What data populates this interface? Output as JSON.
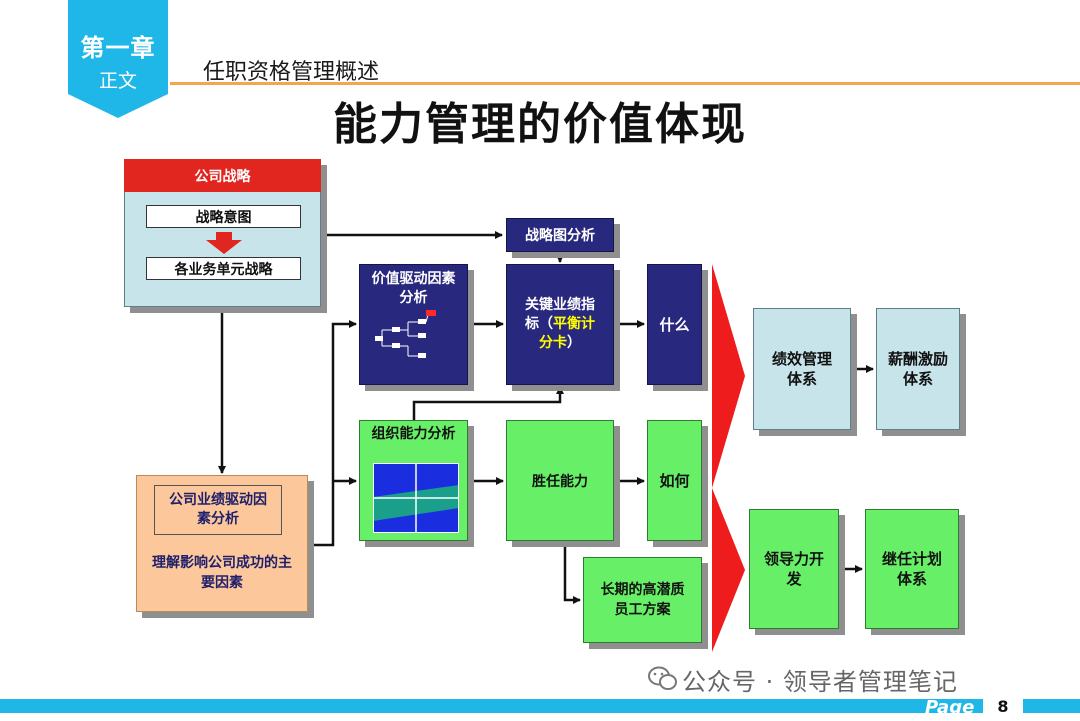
{
  "header": {
    "chapter": "第一章",
    "chapter_sub": "正文",
    "section": "任职资格管理概述",
    "title": "能力管理的价值体现"
  },
  "diagram": {
    "strategy": {
      "header": "公司战略",
      "intent": "战略意图",
      "business_unit": "各业务单元战略"
    },
    "strategy_map": "战略图分析",
    "value_driver": "价值驱动因素分析",
    "kpi": {
      "line1": "关键业绩指",
      "line2": "标（",
      "highlight1": "平衡计",
      "highlight2": "分卡",
      "line3": "）"
    },
    "what": "什么",
    "org_capability": "组织能力分析",
    "competency": "胜任能力",
    "how": "如何",
    "high_potential": "长期的高潜质员工方案",
    "performance": "绩效管理体系",
    "compensation": "薪酬激励体系",
    "leadership": "领导力开发",
    "succession": "继任计划体系",
    "driver": {
      "title": "公司业绩驱动因素分析",
      "subtitle": "理解影响公司成功的主要因素"
    }
  },
  "footer": {
    "watermark": "公众号 · 领导者管理笔记",
    "page_label": "Page",
    "page_number": "8"
  },
  "colors": {
    "accent_blue": "#1fb7e8",
    "red": "#e0261e",
    "navy": "#28287e",
    "green": "#67f067",
    "light_blue": "#c7e4ea",
    "peach": "#fcc79a",
    "orange_line": "#f3a64c"
  }
}
